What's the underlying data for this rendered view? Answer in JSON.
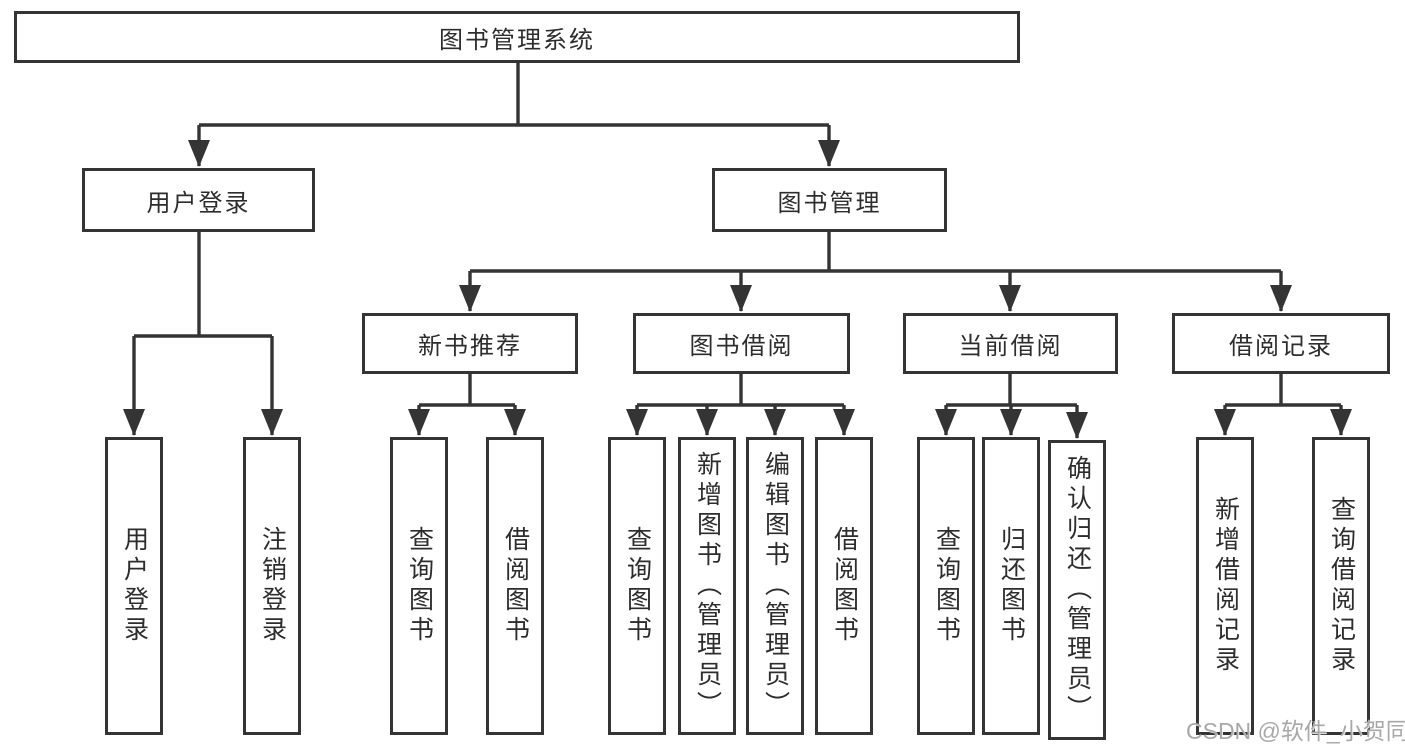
{
  "tree": {
    "root": {
      "label": "图书管理系统"
    },
    "branches": [
      {
        "label": "用户登录",
        "children": [
          {
            "label": "用户登录"
          },
          {
            "label": "注销登录"
          }
        ]
      },
      {
        "label": "图书管理",
        "children": [
          {
            "label": "新书推荐",
            "children": [
              {
                "label": "查询图书"
              },
              {
                "label": "借阅图书"
              }
            ]
          },
          {
            "label": "图书借阅",
            "children": [
              {
                "label": "查询图书"
              },
              {
                "label": "新增图书（管理员）"
              },
              {
                "label": "编辑图书（管理员）"
              },
              {
                "label": "借阅图书"
              }
            ]
          },
          {
            "label": "当前借阅",
            "children": [
              {
                "label": "查询图书"
              },
              {
                "label": "归还图书"
              },
              {
                "label": "确认归还（管理员）"
              }
            ]
          },
          {
            "label": "借阅记录",
            "children": [
              {
                "label": "新增借阅记录"
              },
              {
                "label": "查询借阅记录"
              }
            ]
          }
        ]
      }
    ]
  },
  "watermark": "CSDN @软件_小贺同学",
  "colors": {
    "line": "#343434",
    "box_border": "#343434",
    "text": "#2d2d2d",
    "watermark": "#a8a8a8",
    "background": "#ffffff"
  }
}
